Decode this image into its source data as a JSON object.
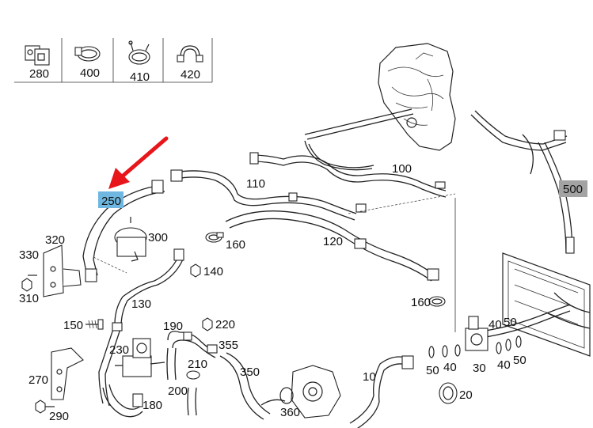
{
  "legend": {
    "items": [
      {
        "label": "280",
        "icon": "connector-block-icon"
      },
      {
        "label": "400",
        "icon": "hose-clamp-icon"
      },
      {
        "label": "410",
        "icon": "spring-clamp-icon"
      },
      {
        "label": "420",
        "icon": "band-clip-icon"
      }
    ]
  },
  "highlights": {
    "selected": "250",
    "selected_color": "#6fb7e0",
    "secondary": "500",
    "secondary_color": "#a3a3a3"
  },
  "arrow_color": "#e8151a",
  "labels": {
    "l300": "300",
    "l320": "320",
    "l330": "330",
    "l310": "310",
    "l130": "130",
    "l150": "150",
    "l160a": "160",
    "l140": "140",
    "l110": "110",
    "l100": "100",
    "l120": "120",
    "l160b": "160",
    "l190": "190",
    "l220": "220",
    "l355": "355",
    "l230": "230",
    "l210": "210",
    "l350": "350",
    "l270": "270",
    "l200": "200",
    "l180": "180",
    "l290": "290",
    "l360": "360",
    "l10": "10",
    "l50a": "50",
    "l40a": "40",
    "l30": "30",
    "l40b": "40",
    "l50b": "50",
    "l40c": "40",
    "l50c": "50",
    "l20": "20"
  }
}
